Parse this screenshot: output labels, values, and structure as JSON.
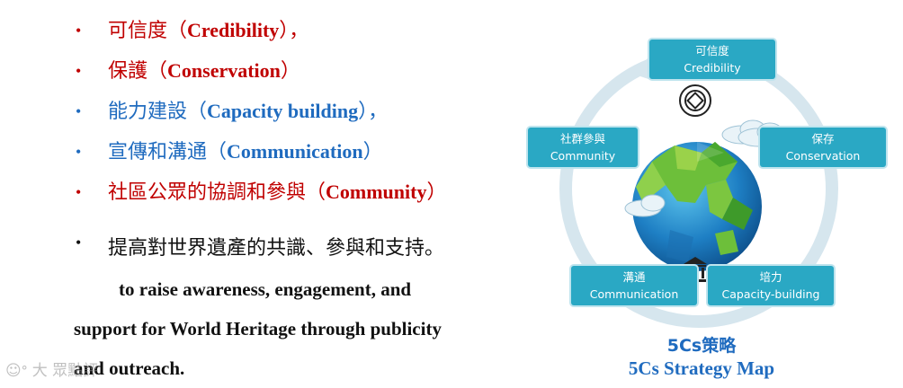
{
  "bullets": [
    {
      "zh": "可信度（",
      "en": "Credibility",
      "end": "），",
      "color": "#c00000"
    },
    {
      "zh": "保護（",
      "en": "Conservation",
      "end": "）",
      "color": "#c00000"
    },
    {
      "zh": "能力建設（",
      "en": "Capacity building",
      "end": "），",
      "color": "#1f6bbf"
    },
    {
      "zh": "宣傳和溝通（",
      "en": "Communication",
      "end": "）",
      "color": "#1f6bbf"
    },
    {
      "zh": "社區公眾的協調和參與（",
      "en": "Community",
      "end": "）",
      "color": "#c00000"
    }
  ],
  "bullet_symbol": "•",
  "paragraph": {
    "zh": "提高對世界遺產的共識、參與和支持。",
    "en_lines": [
      "to raise awareness, engagement, and",
      "support for World Heritage through publicity",
      "and outreach."
    ]
  },
  "watermark": "大  眾點評",
  "diagram": {
    "boxes": {
      "credibility": {
        "zh": "可信度",
        "en": "Credibility"
      },
      "conservation": {
        "zh": "保存",
        "en": "Conservation"
      },
      "capacity": {
        "zh": "培力",
        "en": "Capacity-building"
      },
      "communication": {
        "zh": "溝通",
        "en": "Communication"
      },
      "community": {
        "zh": "社群參與",
        "en": "Community"
      }
    },
    "caption_zh": "5Cs策略",
    "caption_en": "5Cs Strategy Map",
    "colors": {
      "box": "#2aa8c4",
      "ring": "#d6e6ee",
      "caption": "#1f6bbf"
    }
  }
}
